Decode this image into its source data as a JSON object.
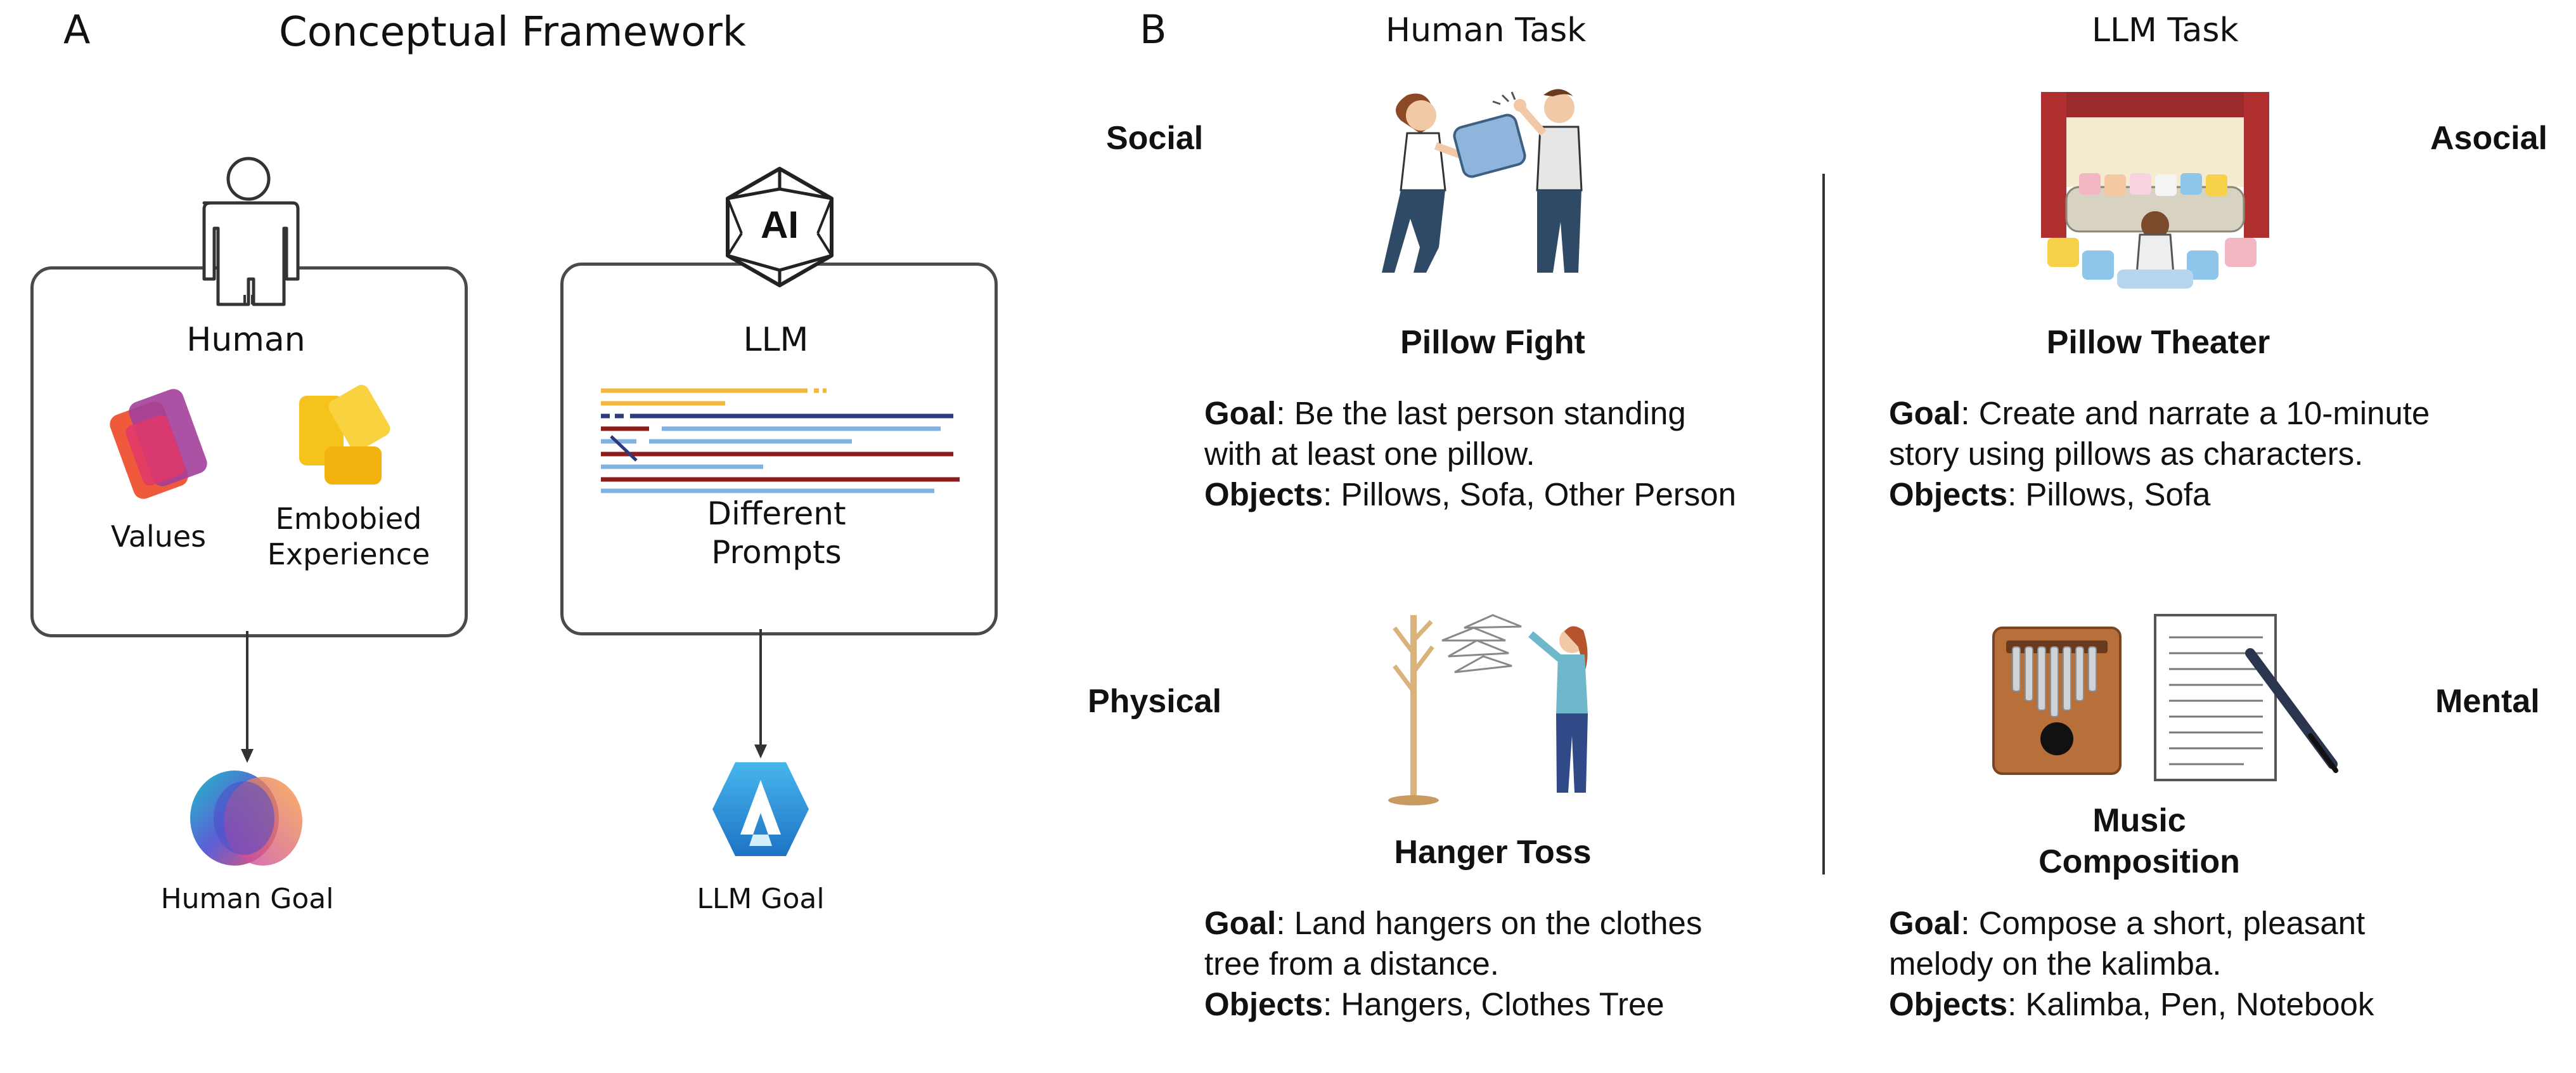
{
  "panel_a": {
    "letter": "A",
    "title": "Conceptual Framework",
    "human_box": {
      "label": "Human",
      "items": [
        "Values",
        "Embobied",
        "Experience"
      ],
      "goal": "Human Goal"
    },
    "llm_box": {
      "icon_text": "AI",
      "label": "LLM",
      "prompt_line1": "Different",
      "prompt_line2": "Prompts",
      "goal": "LLM Goal"
    }
  },
  "panel_b": {
    "letter": "B",
    "col_human": "Human Task",
    "col_llm": "LLM Task",
    "rows": {
      "social": "Social",
      "asocial": "Asocial",
      "physical": "Physical",
      "mental": "Mental"
    },
    "tasks": [
      {
        "name": "Pillow Fight",
        "goal_key": "Goal",
        "goal_line1": ": Be the last person standing",
        "goal_line2": "with at least one pillow.",
        "objects_key": "Objects",
        "objects": ": Pillows, Sofa, Other Person"
      },
      {
        "name": "Pillow Theater",
        "goal_key": "Goal",
        "goal_line1": ": Create and narrate a 10-minute",
        "goal_line2": "story using pillows as characters.",
        "objects_key": "Objects",
        "objects": ": Pillows, Sofa"
      },
      {
        "name": "Hanger Toss",
        "goal_key": "Goal",
        "goal_line1": ": Land hangers on the clothes",
        "goal_line2": "tree from a distance.",
        "objects_key": "Objects",
        "objects": ": Hangers, Clothes Tree"
      },
      {
        "name_line1": "Music",
        "name_line2": "Composition",
        "goal_key": "Goal",
        "goal_line1": ": Compose a short, pleasant",
        "goal_line2": "melody on the kalimba.",
        "objects_key": "Objects",
        "objects": ": Kalimba, Pen, Notebook"
      }
    ]
  },
  "colors": {
    "box_border": "#4a4a4a",
    "values_red": "#ef5a3c",
    "values_purple": "#a23f9b",
    "embodied_yellow": "#f6c21c",
    "llm_goal_blue": "#2c8fd6",
    "prompt_yellow": "#f2b73c",
    "prompt_navy": "#2b3a7a",
    "prompt_red": "#8e1c1c",
    "prompt_lightblue": "#7fb2df"
  }
}
